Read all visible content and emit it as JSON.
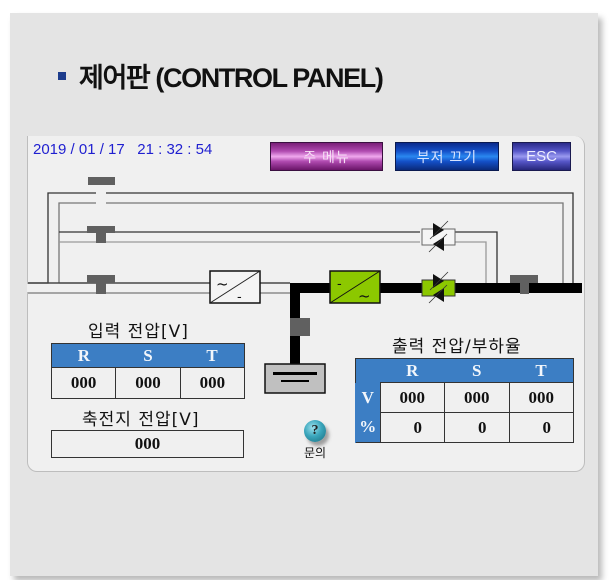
{
  "heading": {
    "title": "제어판 (CONTROL PANEL)",
    "bullet_color": "#1d3c8c"
  },
  "status": {
    "date": "2019 / 01 / 17",
    "time": "21 : 32 : 54",
    "text_color": "#1f1fd0"
  },
  "toolbar": {
    "main_menu_label": "주 메뉴",
    "buzzer_off_label": "부저 끄기",
    "esc_label": "ESC"
  },
  "diagram": {
    "rectifier_symbol": {
      "ac": "~",
      "dc": "-"
    },
    "inverter_symbol": {
      "dc": "-",
      "ac": "~"
    },
    "icons": [
      "breaker-icon",
      "rectifier-icon",
      "inverter-icon",
      "static-switch-icon",
      "battery-icon"
    ],
    "active_color": "#8cc800"
  },
  "input_voltage": {
    "title": "입력 전압[V]",
    "headers": [
      "R",
      "S",
      "T"
    ],
    "values": [
      "000",
      "000",
      "000"
    ]
  },
  "battery_voltage": {
    "title": "축전지 전압[V]",
    "value": "000"
  },
  "output": {
    "title": "출력 전압/부하율",
    "headers": [
      "R",
      "S",
      "T"
    ],
    "rows": [
      {
        "label": "V",
        "values": [
          "000",
          "000",
          "000"
        ]
      },
      {
        "label": "%",
        "values": [
          "0",
          "0",
          "0"
        ]
      }
    ]
  },
  "help": {
    "icon": "?",
    "label": "문의"
  },
  "colors": {
    "table_header": "#3c7ec4",
    "panel_bg": "#f0f0f0"
  }
}
